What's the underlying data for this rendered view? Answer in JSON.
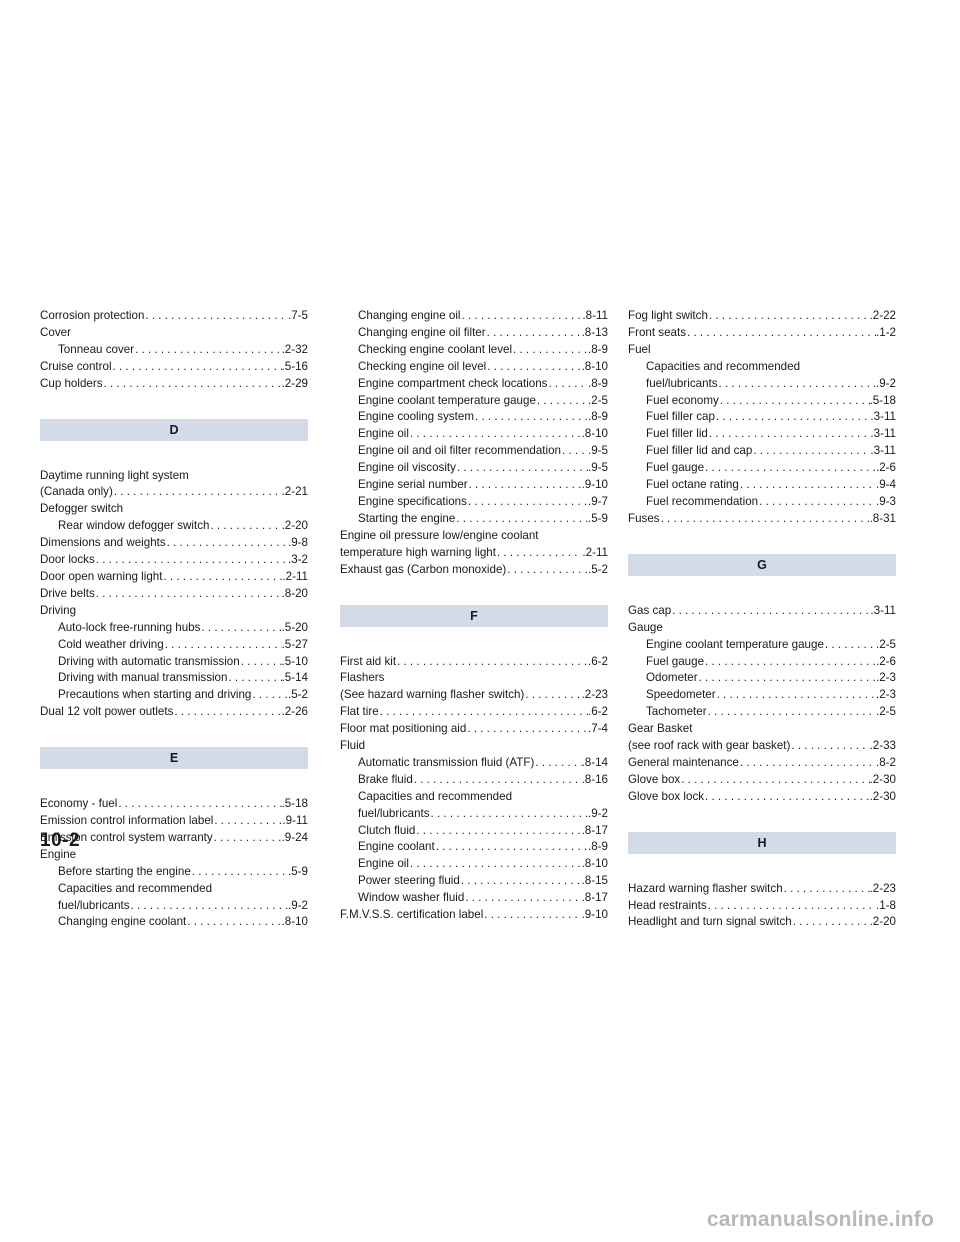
{
  "page_number": "10-2",
  "watermark": "carmanualsonline.info",
  "columns": [
    [
      {
        "type": "entry",
        "lines": [
          {
            "text": "Corrosion protection",
            "page": ".7-5"
          }
        ]
      },
      {
        "type": "entry",
        "lines": [
          {
            "text": "Cover"
          },
          {
            "text": "Tonneau cover",
            "page": ".2-32",
            "indent": true
          }
        ]
      },
      {
        "type": "entry",
        "lines": [
          {
            "text": "Cruise control",
            "page": ".5-16"
          }
        ]
      },
      {
        "type": "entry",
        "lines": [
          {
            "text": "Cup holders",
            "page": ".2-29"
          }
        ]
      },
      {
        "type": "header",
        "text": "D"
      },
      {
        "type": "entry",
        "lines": [
          {
            "text": "Daytime running light system"
          },
          {
            "text": "(Canada only)",
            "page": ".2-21"
          }
        ]
      },
      {
        "type": "entry",
        "lines": [
          {
            "text": "Defogger switch"
          },
          {
            "text": "Rear window defogger switch",
            "page": ".2-20",
            "indent": true
          }
        ]
      },
      {
        "type": "entry",
        "lines": [
          {
            "text": "Dimensions and weights",
            "page": ".9-8"
          }
        ]
      },
      {
        "type": "entry",
        "lines": [
          {
            "text": "Door locks",
            "page": ".3-2"
          }
        ]
      },
      {
        "type": "entry",
        "lines": [
          {
            "text": "Door open warning light",
            "page": ".2-11"
          }
        ]
      },
      {
        "type": "entry",
        "lines": [
          {
            "text": "Drive belts",
            "page": ".8-20"
          }
        ]
      },
      {
        "type": "entry",
        "lines": [
          {
            "text": "Driving"
          },
          {
            "text": "Auto-lock free-running hubs",
            "page": ".5-20",
            "indent": true
          },
          {
            "text": "Cold weather driving",
            "page": ".5-27",
            "indent": true
          },
          {
            "text": "Driving with automatic transmission",
            "page": ".5-10",
            "indent": true
          },
          {
            "text": "Driving with manual transmission",
            "page": ".5-14",
            "indent": true
          },
          {
            "text": "Precautions when starting and driving",
            "page": ".5-2",
            "indent": true
          }
        ]
      },
      {
        "type": "entry",
        "lines": [
          {
            "text": "Dual 12 volt power outlets",
            "page": ".2-26"
          }
        ]
      },
      {
        "type": "header",
        "text": "E"
      },
      {
        "type": "entry",
        "lines": [
          {
            "text": "Economy - fuel",
            "page": ".5-18"
          }
        ]
      },
      {
        "type": "entry",
        "lines": [
          {
            "text": "Emission control information label",
            "page": ".9-11"
          }
        ]
      },
      {
        "type": "entry",
        "lines": [
          {
            "text": "Emission control system warranty",
            "page": ".9-24"
          }
        ]
      },
      {
        "type": "entry",
        "lines": [
          {
            "text": "Engine"
          },
          {
            "text": "Before starting the engine",
            "page": ".5-9",
            "indent": true
          },
          {
            "text": "Capacities and recommended",
            "indent": true
          },
          {
            "text": "fuel/lubricants",
            "page": ".9-2",
            "indent": true
          },
          {
            "text": "Changing engine coolant",
            "page": ".8-10",
            "indent": true
          }
        ]
      }
    ],
    [
      {
        "type": "entry",
        "lines": [
          {
            "text": "Changing engine oil",
            "page": ".8-11",
            "indent": true
          },
          {
            "text": "Changing engine oil filter",
            "page": ".8-13",
            "indent": true
          },
          {
            "text": "Checking engine coolant level",
            "page": ".8-9",
            "indent": true
          },
          {
            "text": "Checking engine oil level",
            "page": ".8-10",
            "indent": true
          },
          {
            "text": "Engine compartment check locations",
            "page": ".8-9",
            "indent": true
          },
          {
            "text": "Engine coolant temperature gauge",
            "page": ".2-5",
            "indent": true
          },
          {
            "text": "Engine cooling system",
            "page": ".8-9",
            "indent": true
          },
          {
            "text": "Engine oil",
            "page": ".8-10",
            "indent": true
          },
          {
            "text": "Engine oil and oil filter recommendation",
            "page": ".9-5",
            "indent": true
          },
          {
            "text": "Engine oil viscosity",
            "page": ".9-5",
            "indent": true
          },
          {
            "text": "Engine serial number",
            "page": ".9-10",
            "indent": true
          },
          {
            "text": "Engine specifications",
            "page": ".9-7",
            "indent": true
          },
          {
            "text": "Starting the engine",
            "page": ".5-9",
            "indent": true
          }
        ]
      },
      {
        "type": "entry",
        "lines": [
          {
            "text": "Engine oil pressure low/engine coolant"
          },
          {
            "text": "temperature high warning light",
            "page": ".2-11"
          }
        ]
      },
      {
        "type": "entry",
        "lines": [
          {
            "text": "Exhaust gas (Carbon monoxide)",
            "page": ".5-2"
          }
        ]
      },
      {
        "type": "header",
        "text": "F"
      },
      {
        "type": "entry",
        "lines": [
          {
            "text": "First aid kit",
            "page": ".6-2"
          }
        ]
      },
      {
        "type": "entry",
        "lines": [
          {
            "text": "Flashers"
          },
          {
            "text": "(See hazard warning flasher switch)",
            "page": ".2-23"
          }
        ]
      },
      {
        "type": "entry",
        "lines": [
          {
            "text": "Flat tire",
            "page": ".6-2"
          }
        ]
      },
      {
        "type": "entry",
        "lines": [
          {
            "text": "Floor mat positioning aid",
            "page": ".7-4"
          }
        ]
      },
      {
        "type": "entry",
        "lines": [
          {
            "text": "Fluid"
          },
          {
            "text": "Automatic transmission fluid (ATF)",
            "page": ".8-14",
            "indent": true
          },
          {
            "text": "Brake fluid",
            "page": ".8-16",
            "indent": true
          },
          {
            "text": "Capacities and recommended",
            "indent": true
          },
          {
            "text": "fuel/lubricants",
            "page": ".9-2",
            "indent": true
          },
          {
            "text": "Clutch fluid",
            "page": ".8-17",
            "indent": true
          },
          {
            "text": "Engine coolant",
            "page": ".8-9",
            "indent": true
          },
          {
            "text": "Engine oil",
            "page": ".8-10",
            "indent": true
          },
          {
            "text": "Power steering fluid",
            "page": ".8-15",
            "indent": true
          },
          {
            "text": "Window washer fluid",
            "page": ".8-17",
            "indent": true
          }
        ]
      },
      {
        "type": "entry",
        "lines": [
          {
            "text": "F.M.V.S.S. certification label",
            "page": ".9-10"
          }
        ]
      }
    ],
    [
      {
        "type": "entry",
        "lines": [
          {
            "text": "Fog light switch",
            "page": ".2-22"
          }
        ]
      },
      {
        "type": "entry",
        "lines": [
          {
            "text": "Front seats",
            "page": ".1-2"
          }
        ]
      },
      {
        "type": "entry",
        "lines": [
          {
            "text": "Fuel"
          },
          {
            "text": "Capacities and recommended",
            "indent": true
          },
          {
            "text": "fuel/lubricants",
            "page": ".9-2",
            "indent": true
          },
          {
            "text": "Fuel economy",
            "page": ".5-18",
            "indent": true
          },
          {
            "text": "Fuel filler cap",
            "page": ".3-11",
            "indent": true
          },
          {
            "text": "Fuel filler lid",
            "page": ".3-11",
            "indent": true
          },
          {
            "text": "Fuel filler lid and cap",
            "page": ".3-11",
            "indent": true
          },
          {
            "text": "Fuel gauge",
            "page": ".2-6",
            "indent": true
          },
          {
            "text": "Fuel octane rating",
            "page": ".9-4",
            "indent": true
          },
          {
            "text": "Fuel recommendation",
            "page": ".9-3",
            "indent": true
          }
        ]
      },
      {
        "type": "entry",
        "lines": [
          {
            "text": "Fuses",
            "page": ".8-31"
          }
        ]
      },
      {
        "type": "header",
        "text": "G"
      },
      {
        "type": "entry",
        "lines": [
          {
            "text": "Gas cap",
            "page": ".3-11"
          }
        ]
      },
      {
        "type": "entry",
        "lines": [
          {
            "text": "Gauge"
          },
          {
            "text": "Engine coolant temperature gauge",
            "page": ".2-5",
            "indent": true
          },
          {
            "text": "Fuel gauge",
            "page": ".2-6",
            "indent": true
          },
          {
            "text": "Odometer",
            "page": ".2-3",
            "indent": true
          },
          {
            "text": "Speedometer",
            "page": ".2-3",
            "indent": true
          },
          {
            "text": "Tachometer",
            "page": ".2-5",
            "indent": true
          }
        ]
      },
      {
        "type": "entry",
        "lines": [
          {
            "text": "Gear Basket"
          },
          {
            "text": "(see roof rack with gear basket)",
            "page": ".2-33"
          }
        ]
      },
      {
        "type": "entry",
        "lines": [
          {
            "text": "General maintenance",
            "page": ".8-2"
          }
        ]
      },
      {
        "type": "entry",
        "lines": [
          {
            "text": "Glove box",
            "page": ".2-30"
          }
        ]
      },
      {
        "type": "entry",
        "lines": [
          {
            "text": "Glove box lock",
            "page": ".2-30"
          }
        ]
      },
      {
        "type": "header",
        "text": "H"
      },
      {
        "type": "entry",
        "lines": [
          {
            "text": "Hazard warning flasher switch",
            "page": ".2-23"
          }
        ]
      },
      {
        "type": "entry",
        "lines": [
          {
            "text": "Head restraints",
            "page": ".1-8"
          }
        ]
      },
      {
        "type": "entry",
        "lines": [
          {
            "text": "Headlight and turn signal switch",
            "page": ".2-20"
          }
        ]
      }
    ]
  ]
}
